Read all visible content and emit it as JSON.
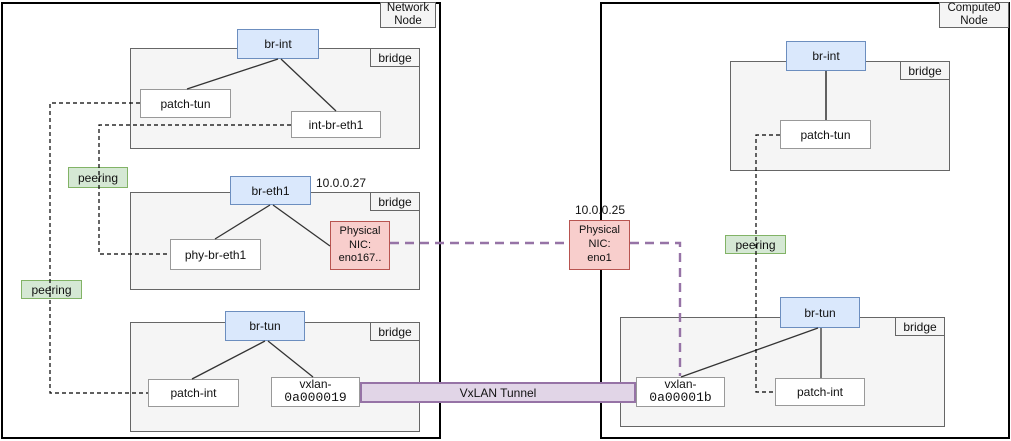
{
  "colors": {
    "node_border": "#000000",
    "bridge_fill": "#f5f5f5",
    "bridge_border": "#666666",
    "port_fill": "#ffffff",
    "port_border": "#999999",
    "bridge_name_fill": "#dae8fc",
    "bridge_name_border": "#6c8ebf",
    "peering_fill": "#d5e8d4",
    "peering_border": "#82b366",
    "nic_fill": "#f8cecc",
    "nic_border": "#b85450",
    "tunnel_fill": "#e1d5e7",
    "tunnel_border": "#9673a6"
  },
  "left_node": {
    "title": "Network Node",
    "br_int": {
      "name": "br-int",
      "badge": "bridge",
      "port_patch_tun": "patch-tun",
      "port_int_br_eth1": "int-br-eth1"
    },
    "br_eth1": {
      "name": "br-eth1",
      "badge": "bridge",
      "ip": "10.0.0.27",
      "port_phy_br_eth1": "phy-br-eth1",
      "nic_label": "Physical NIC:",
      "nic_name": "eno167.."
    },
    "br_tun": {
      "name": "br-tun",
      "badge": "bridge",
      "port_patch_int": "patch-int",
      "vxlan_prefix": "vxlan-",
      "vxlan_id": "0a000019"
    },
    "peering_top": "peering",
    "peering_bottom": "peering"
  },
  "right_node": {
    "title": "Compute0 Node",
    "br_int": {
      "name": "br-int",
      "badge": "bridge",
      "port_patch_tun": "patch-tun"
    },
    "br_tun": {
      "name": "br-tun",
      "badge": "bridge",
      "port_patch_int": "patch-int",
      "vxlan_prefix": "vxlan-",
      "vxlan_id": "0a00001b"
    },
    "peering": "peering"
  },
  "physical_link": {
    "ip": "10.0.0.25",
    "nic_label": "Physical NIC:",
    "nic_name": "eno1"
  },
  "tunnel": {
    "label": "VxLAN Tunnel"
  }
}
